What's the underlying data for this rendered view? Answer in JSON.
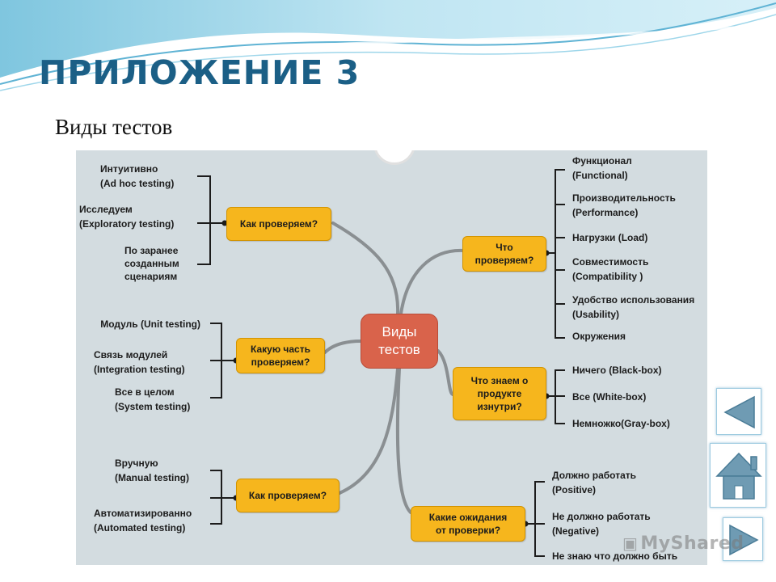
{
  "slide": {
    "title": "ПРИЛОЖЕНИЕ 3",
    "subtitle": "Виды тестов"
  },
  "mindmap": {
    "center": "Виды\nтестов",
    "branches": [
      {
        "id": "how-check-1",
        "label": "Как проверяем?",
        "leaves": [
          {
            "line1": "Интуитивно",
            "line2": "(Ad hoc testing)"
          },
          {
            "line1": "Исследуем",
            "line2": "(Exploratory testing)"
          },
          {
            "line1": "По заранее\nсозданным\nсценариям",
            "line2": ""
          }
        ]
      },
      {
        "id": "what-part",
        "label": "Какую часть\nпроверяем?",
        "leaves": [
          {
            "line1": "Модуль (Unit testing)",
            "line2": ""
          },
          {
            "line1": "Связь модулей",
            "line2": "(Integration testing)"
          },
          {
            "line1": "Все в целом",
            "line2": "(System testing)"
          }
        ]
      },
      {
        "id": "how-check-2",
        "label": "Как проверяем?",
        "leaves": [
          {
            "line1": "Вручную",
            "line2": "(Manual testing)"
          },
          {
            "line1": "Автоматизированно",
            "line2": "(Automated testing)"
          }
        ]
      },
      {
        "id": "what-check",
        "label": "Что\nпроверяем?",
        "leaves": [
          {
            "line1": "Функционал",
            "line2": "(Functional)"
          },
          {
            "line1": "Производительность",
            "line2": "(Performance)"
          },
          {
            "line1": "Нагрузки (Load)",
            "line2": ""
          },
          {
            "line1": "Совместимость",
            "line2": "(Compatibility )"
          },
          {
            "line1": "Удобство использования",
            "line2": "(Usability)"
          },
          {
            "line1": "Окружения",
            "line2": ""
          }
        ]
      },
      {
        "id": "what-know",
        "label": "Что знаем о\nпродукте\nизнутри?",
        "leaves": [
          {
            "line1": "Ничего (Black-box)",
            "line2": ""
          },
          {
            "line1": "Все (White-box)",
            "line2": ""
          },
          {
            "line1": "Немножко(Gray-box)",
            "line2": ""
          }
        ]
      },
      {
        "id": "expectations",
        "label": "Какие ожидания\nот проверки?",
        "leaves": [
          {
            "line1": "Должно работать",
            "line2": "(Positive)"
          },
          {
            "line1": "Не должно работать",
            "line2": "(Negative)"
          },
          {
            "line1": "Не знаю что должно быть",
            "line2": ""
          }
        ]
      }
    ]
  },
  "navigation": {
    "prev_icon": "triangle-left-icon",
    "home_icon": "home-icon",
    "next_icon": "triangle-right-icon"
  },
  "watermark": "MyShared",
  "colors": {
    "title": "#1b5f86",
    "node": "#f6b61d",
    "center": "#d9634b",
    "canvas": "#d3dce0",
    "connector": "#8a8f92"
  }
}
